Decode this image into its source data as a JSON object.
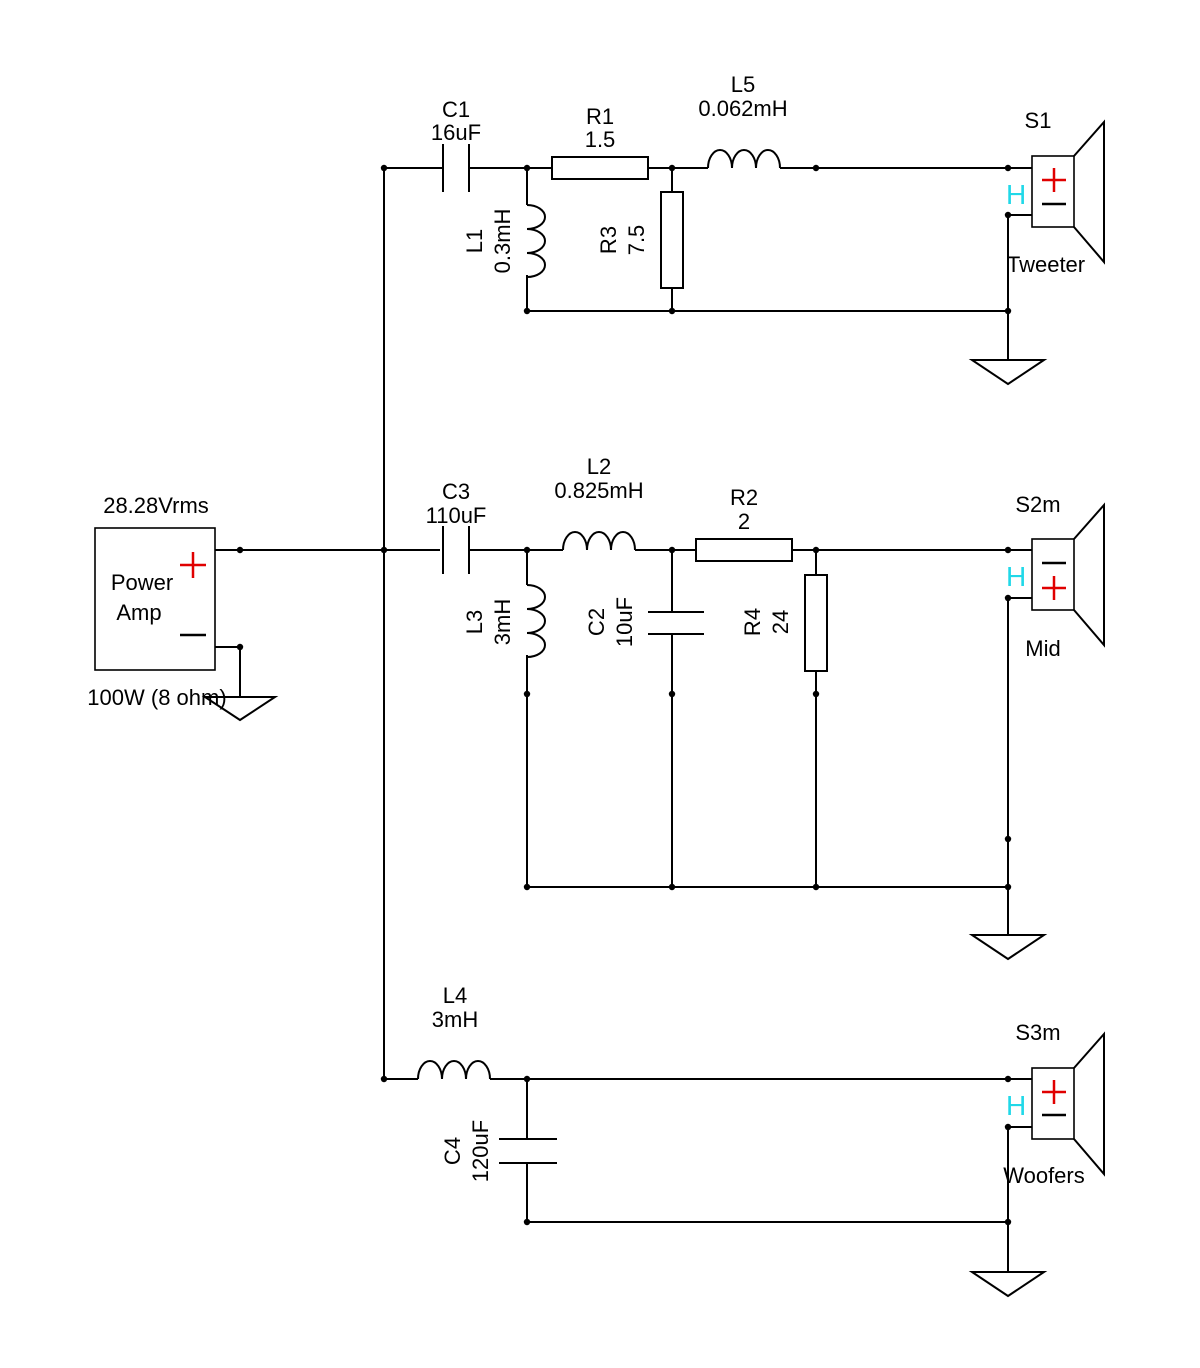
{
  "source": {
    "voltage": "28.28Vrms",
    "name_line1": "Power",
    "name_line2": "Amp",
    "rating": "100W (8 ohm)"
  },
  "components": {
    "C1": {
      "ref": "C1",
      "value": "16uF"
    },
    "R1": {
      "ref": "R1",
      "value": "1.5"
    },
    "L5": {
      "ref": "L5",
      "value": "0.062mH"
    },
    "L1": {
      "ref": "L1",
      "value": "0.3mH"
    },
    "R3": {
      "ref": "R3",
      "value": "7.5"
    },
    "C3": {
      "ref": "C3",
      "value": "110uF"
    },
    "L2": {
      "ref": "L2",
      "value": "0.825mH"
    },
    "R2": {
      "ref": "R2",
      "value": "2"
    },
    "L3": {
      "ref": "L3",
      "value": "3mH"
    },
    "C2": {
      "ref": "C2",
      "value": "10uF"
    },
    "R4": {
      "ref": "R4",
      "value": "24"
    },
    "L4": {
      "ref": "L4",
      "value": "3mH"
    },
    "C4": {
      "ref": "C4",
      "value": "120uF"
    }
  },
  "speakers": {
    "S1": {
      "ref": "S1",
      "name": "Tweeter",
      "polarity_mark": "H"
    },
    "S2m": {
      "ref": "S2m",
      "name": "Mid",
      "polarity_mark": "H"
    },
    "S3m": {
      "ref": "S3m",
      "name": "Woofers",
      "polarity_mark": "H"
    }
  },
  "colors": {
    "wire": "#000000",
    "plus_sign": "#e00000",
    "polarity_mark": "#20d8e8"
  }
}
